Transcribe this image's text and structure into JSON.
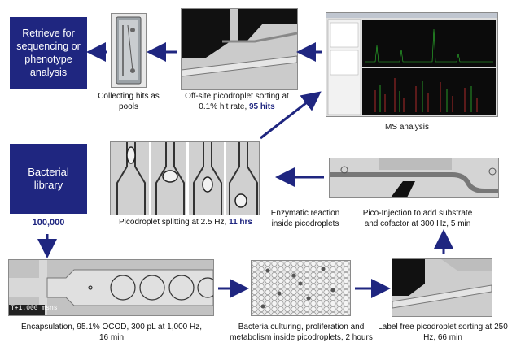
{
  "boxes": {
    "retrieve": "Retrieve for sequencing or phenotype analysis",
    "library": "Bacterial library"
  },
  "library_count": "100,000",
  "captions": {
    "collecting": "Collecting hits as pools",
    "sorting_prefix": "Off-site picodroplet sorting at 0.1% hit rate,",
    "sorting_bold": "95 hits",
    "ms": "MS analysis",
    "splitting_prefix": "Picodroplet splitting at 2.5 Hz,",
    "splitting_bold": "11 hrs",
    "enzymatic": "Enzymatic reaction inside picodroplets",
    "injection": "Pico-Injection to add substrate and cofactor at 300 Hz, 5 min",
    "encapsulation": "Encapsulation, 95.1% OCOD, 300 pL at 1,000 Hz, 16 min",
    "culturing": "Bacteria culturing, proliferation and metabolism inside picodroplets, 2 hours",
    "labelfree": "Label free picodroplet sorting at 250 Hz, 66 min"
  },
  "encap_timestamp": "T+1.000 msns",
  "colors": {
    "navy": "#1f2680",
    "arrow": "#1f2680"
  }
}
